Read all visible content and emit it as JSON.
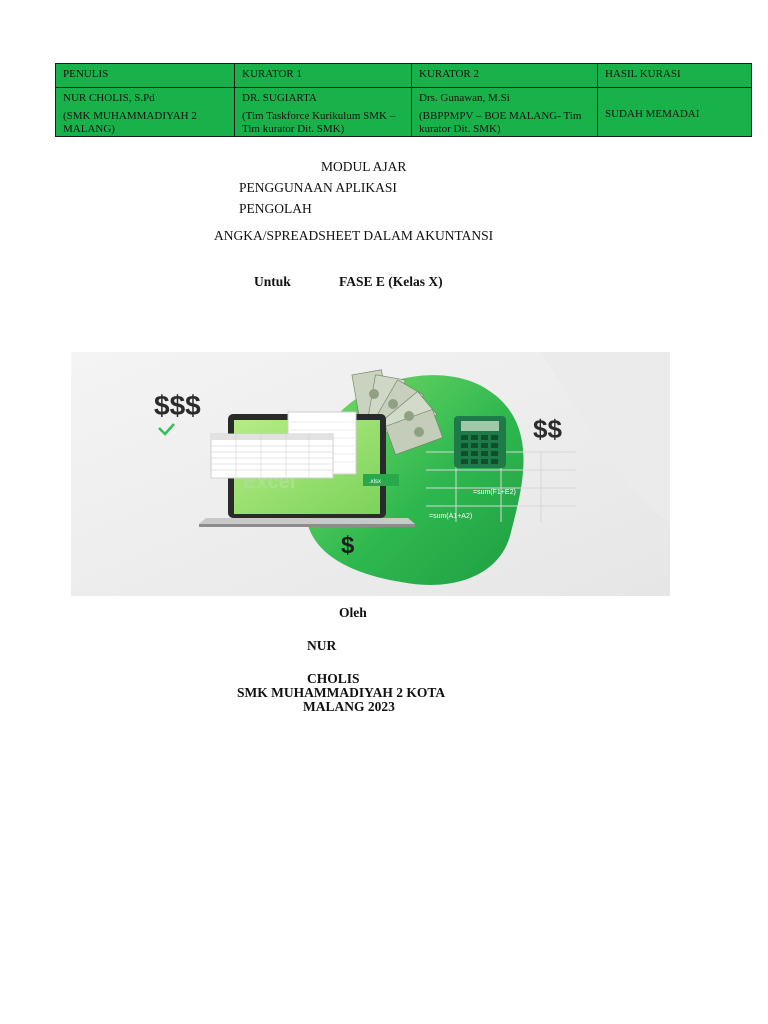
{
  "table": {
    "headers": [
      "PENULIS",
      "KURATOR 1",
      "KURATOR 2",
      "HASIL KURASI"
    ],
    "row": [
      {
        "line1": "NUR CHOLIS, S.Pd",
        "line2": "(SMK MUHAMMADIYAH 2 MALANG)"
      },
      {
        "line1": "DR. SUGIARTA",
        "line2": "(Tim Taskforce Kurikulum SMK – Tim kurator  Dit. SMK)"
      },
      {
        "line1": "Drs. Gunawan, M.Si",
        "line2": "(BBPPMPV – BOE MALANG- Tim kurator  Dit. SMK)"
      },
      {
        "line1": "SUDAH MEMADAI"
      }
    ],
    "color": "#19b24a"
  },
  "title": {
    "line1": "MODUL AJAR",
    "line2": "PENGGUNAAN APLIKASI",
    "line3": "PENGOLAH",
    "line4": "ANGKA/SPREADSHEET DALAM AKUNTANSI"
  },
  "fase": {
    "label": "Untuk",
    "value": "FASE E (Kelas X)"
  },
  "banner": {
    "dollar_left": "$$$",
    "dollar_right": "$$",
    "dollar_bottom": "$",
    "laptop_word": "Excel",
    "file_ext": ".xlsx",
    "formula1": "=sum(F1+E2)",
    "formula2": "=sum(A1+A2)",
    "accent": "#2fc25a"
  },
  "author": {
    "oleh": "Oleh",
    "name1": "NUR",
    "name2": "CHOLIS",
    "school": "SMK MUHAMMADIYAH 2 KOTA",
    "city_year": "MALANG 2023"
  }
}
